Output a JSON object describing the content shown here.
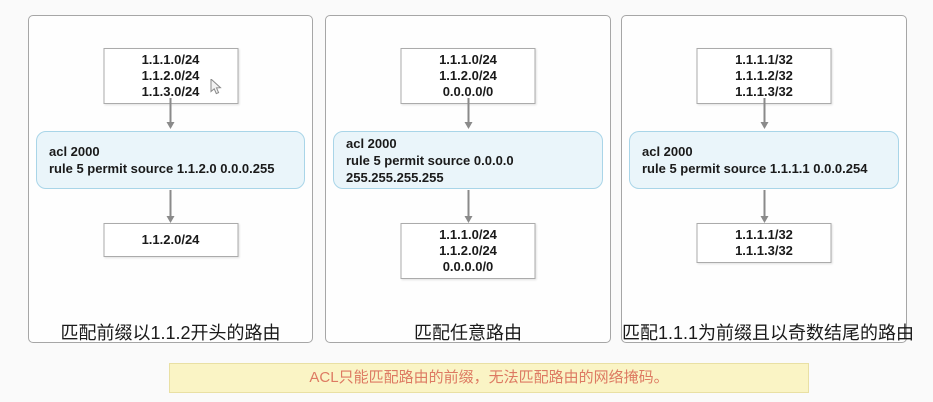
{
  "colors": {
    "page_bg": "#fafafa",
    "panel_border": "#a6a6a6",
    "route_box_border": "#ababab",
    "acl_box_bg": "#eaf5fa",
    "acl_box_border": "#a9d5e8",
    "arrow": "#8a8a8a",
    "banner_bg": "#faf4c5",
    "banner_border": "#e9e0a4",
    "banner_text": "#dd7a62"
  },
  "panels": [
    {
      "input_routes": [
        "1.1.1.0/24",
        "1.1.2.0/24",
        "1.1.3.0/24"
      ],
      "acl_lines": [
        "acl 2000",
        "rule 5 permit source 1.1.2.0  0.0.0.255"
      ],
      "output_routes": [
        "1.1.2.0/24"
      ],
      "caption": "匹配前缀以1.1.2开头的路由"
    },
    {
      "input_routes": [
        "1.1.1.0/24",
        "1.1.2.0/24",
        "0.0.0.0/0"
      ],
      "acl_lines": [
        "acl 2000",
        "rule 5 permit source 0.0.0.0",
        "255.255.255.255"
      ],
      "output_routes": [
        "1.1.1.0/24",
        "1.1.2.0/24",
        "0.0.0.0/0"
      ],
      "caption": "匹配任意路由"
    },
    {
      "input_routes": [
        "1.1.1.1/32",
        "1.1.1.2/32",
        "1.1.1.3/32"
      ],
      "acl_lines": [
        "acl 2000",
        "rule 5 permit source 1.1.1.1  0.0.0.254"
      ],
      "output_routes": [
        "1.1.1.1/32",
        "1.1.1.3/32"
      ],
      "caption": "匹配1.1.1为前缀且以奇数结尾的路由"
    }
  ],
  "banner": {
    "text": "ACL只能匹配路由的前缀，无法匹配路由的网络掩码。"
  }
}
